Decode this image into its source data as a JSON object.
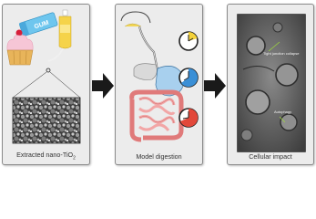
{
  "panels": {
    "extracted": {
      "label": "Extracted nano-TiO",
      "label_sub": "2"
    },
    "digestion": {
      "label": "Model digestion"
    },
    "impact": {
      "label": "Cellular impact",
      "annotations": {
        "tight_junction": "Tight junction collapse",
        "autophagy": "Autophagy"
      }
    }
  },
  "product_label": "GUM",
  "colors": {
    "panel_bg": "#ececec",
    "arrow": "#1a1a1a",
    "clock_yellow": "#f4d23a",
    "clock_blue": "#3a8fd6",
    "clock_red": "#e2483a",
    "stomach": "#a8d0ee",
    "intestine": "#f2a6a6",
    "annotation": "#9fdc3c"
  },
  "icons": [
    "cupcake-icon",
    "gum-pack-icon",
    "sauce-bottle-icon",
    "magnifier-icon",
    "digestive-tract-icon",
    "clock-icon",
    "right-arrow-icon"
  ]
}
